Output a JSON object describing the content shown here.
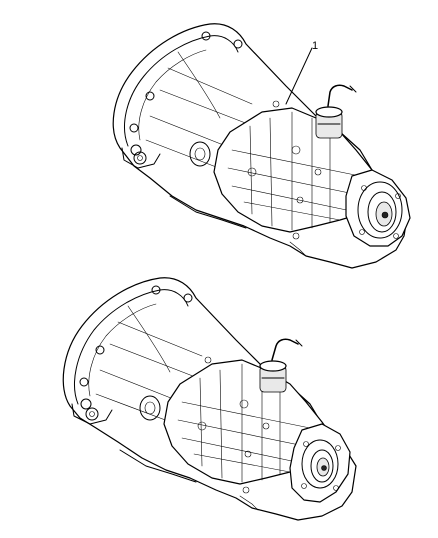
{
  "diagram": {
    "callouts": [
      {
        "id": "1",
        "label": "1"
      }
    ],
    "figures": [
      {
        "name": "transmission-assembly-upper"
      },
      {
        "name": "transmission-assembly-lower"
      }
    ]
  }
}
